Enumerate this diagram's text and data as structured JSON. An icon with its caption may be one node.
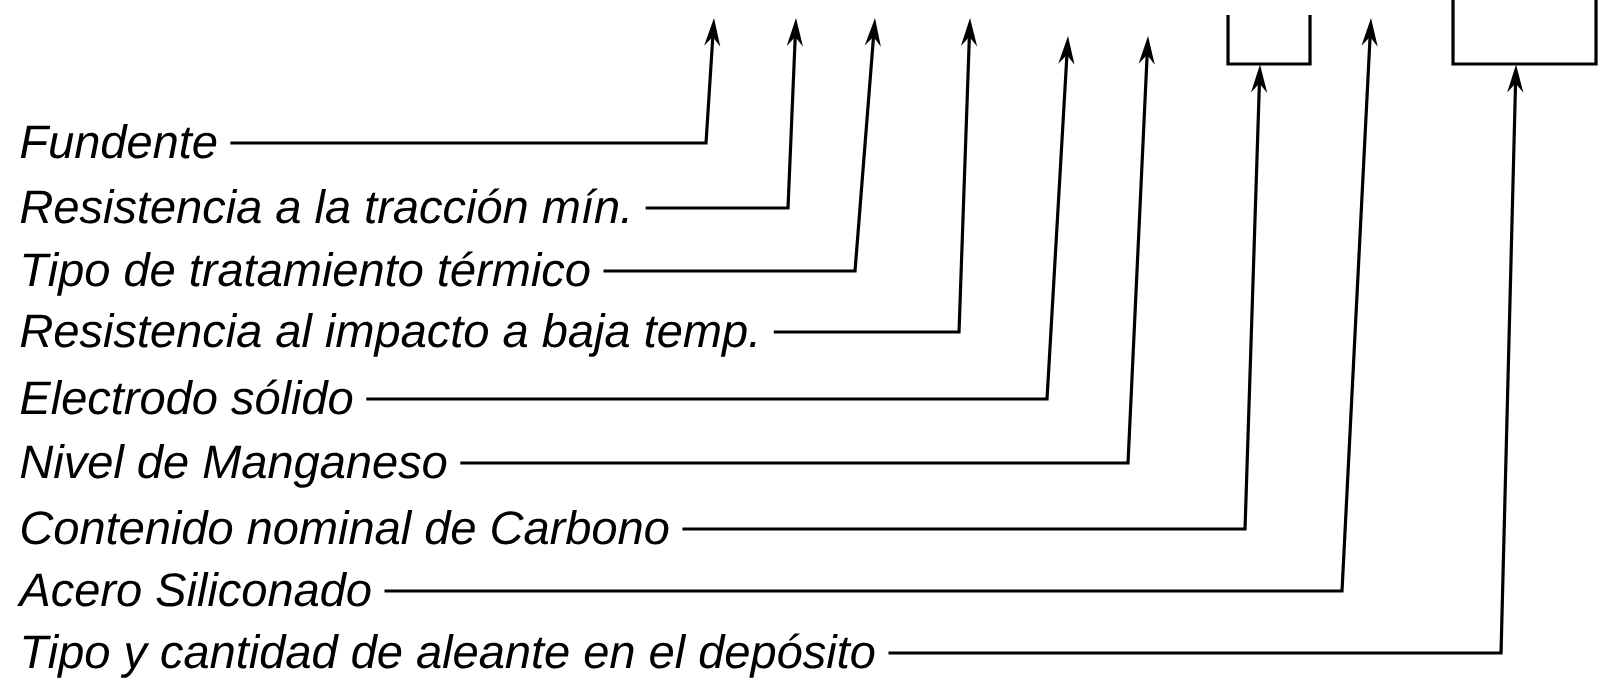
{
  "diagram": {
    "nodes": [
      {
        "text": [
          "Fundente"
        ]
      },
      {
        "text": [
          "Resistencia a la tracción mín."
        ]
      },
      {
        "text": [
          "Tipo de tratamiento térmico"
        ]
      },
      {
        "text": [
          "Resistencia al impacto a baja temp."
        ]
      },
      {
        "text": [
          "Electrodo sólido"
        ]
      },
      {
        "text": [
          "Nivel de Manganeso"
        ]
      },
      {
        "text": [
          "Contenido nominal de Carbono"
        ]
      },
      {
        "text": [
          "Acero Siliconado"
        ]
      },
      {
        "text": [
          "Tipo y cantidad de aleante en el depósito"
        ]
      },
      {
        "text": [],
        "shape": "bracket"
      },
      {
        "text": [],
        "shape": "bracket"
      }
    ],
    "edges": [
      {
        "from": 0,
        "to": null,
        "arrow": "to"
      },
      {
        "from": 1,
        "to": null,
        "arrow": "to"
      },
      {
        "from": 2,
        "to": null,
        "arrow": "to"
      },
      {
        "from": 3,
        "to": null,
        "arrow": "to"
      },
      {
        "from": 4,
        "to": null,
        "arrow": "to"
      },
      {
        "from": 5,
        "to": null,
        "arrow": "to"
      },
      {
        "from": 6,
        "to": 9,
        "arrow": "to"
      },
      {
        "from": 7,
        "to": null,
        "arrow": "to"
      },
      {
        "from": 8,
        "to": 10,
        "arrow": "to"
      }
    ]
  }
}
